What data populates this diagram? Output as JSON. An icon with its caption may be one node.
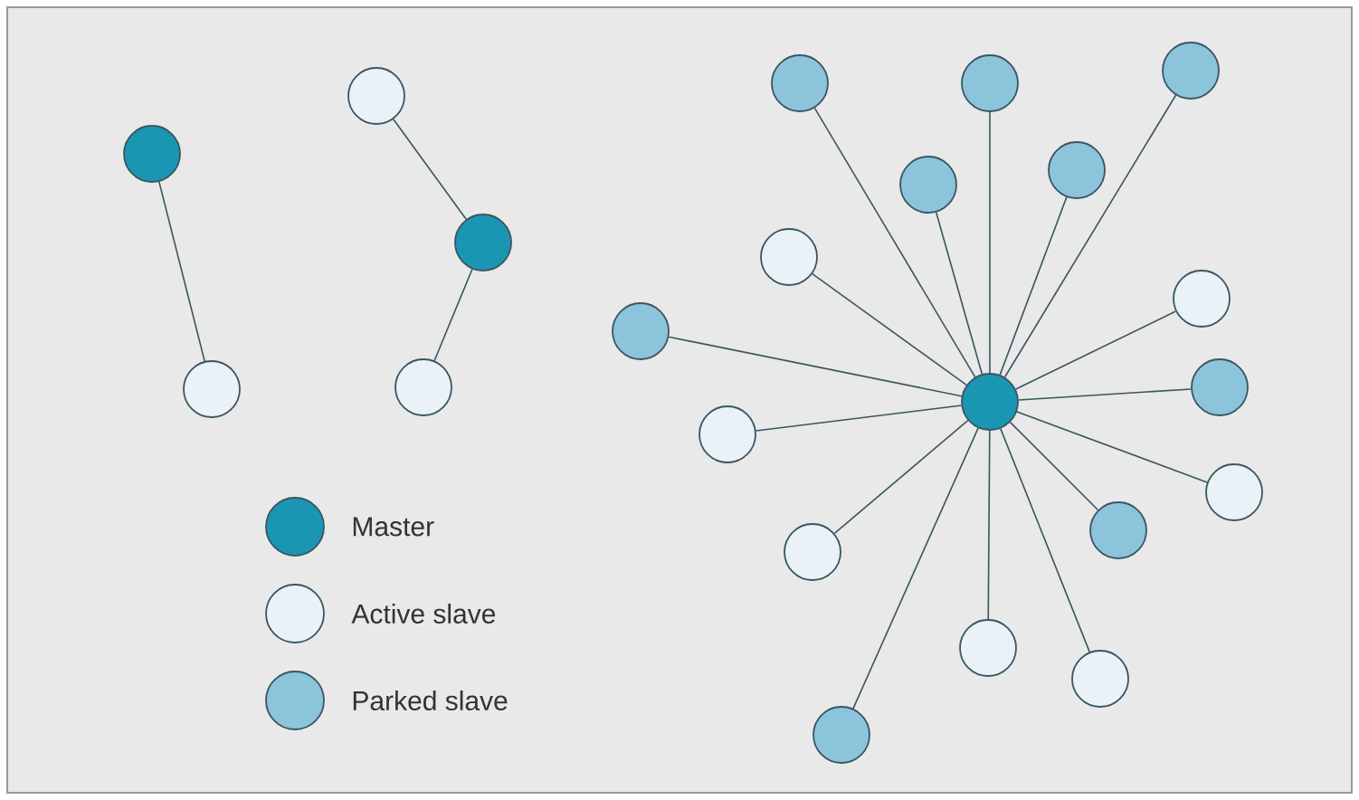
{
  "diagram": {
    "nodes": [
      {
        "text": [],
        "shape": "circle"
      },
      {
        "text": [],
        "shape": "circle"
      },
      {
        "text": [],
        "shape": "circle"
      },
      {
        "text": [],
        "shape": "circle"
      },
      {
        "text": [],
        "shape": "circle"
      },
      {
        "text": [],
        "shape": "circle"
      },
      {
        "text": [],
        "shape": "circle"
      },
      {
        "text": [],
        "shape": "circle"
      },
      {
        "text": [],
        "shape": "circle"
      },
      {
        "text": [],
        "shape": "circle"
      },
      {
        "text": [],
        "shape": "circle"
      },
      {
        "text": [],
        "shape": "circle"
      },
      {
        "text": [],
        "shape": "circle"
      },
      {
        "text": [],
        "shape": "circle"
      },
      {
        "text": [],
        "shape": "circle"
      },
      {
        "text": [],
        "shape": "circle"
      },
      {
        "text": [],
        "shape": "circle"
      },
      {
        "text": [],
        "shape": "circle"
      },
      {
        "text": [],
        "shape": "circle"
      },
      {
        "text": [],
        "shape": "circle"
      },
      {
        "text": [],
        "shape": "circle"
      },
      {
        "text": [],
        "shape": "circle"
      }
    ],
    "edges": [
      {
        "from": 0,
        "to": 1,
        "arrow": "none"
      },
      {
        "from": 3,
        "to": 2,
        "arrow": "none"
      },
      {
        "from": 3,
        "to": 4,
        "arrow": "none"
      },
      {
        "from": 5,
        "to": 6,
        "arrow": "none"
      },
      {
        "from": 5,
        "to": 7,
        "arrow": "none"
      },
      {
        "from": 5,
        "to": 8,
        "arrow": "none"
      },
      {
        "from": 5,
        "to": 9,
        "arrow": "none"
      },
      {
        "from": 5,
        "to": 10,
        "arrow": "none"
      },
      {
        "from": 5,
        "to": 11,
        "arrow": "none"
      },
      {
        "from": 5,
        "to": 12,
        "arrow": "none"
      },
      {
        "from": 5,
        "to": 13,
        "arrow": "none"
      },
      {
        "from": 5,
        "to": 14,
        "arrow": "none"
      },
      {
        "from": 5,
        "to": 15,
        "arrow": "none"
      },
      {
        "from": 5,
        "to": 16,
        "arrow": "none"
      },
      {
        "from": 5,
        "to": 17,
        "arrow": "none"
      },
      {
        "from": 5,
        "to": 18,
        "arrow": "none"
      },
      {
        "from": 5,
        "to": 19,
        "arrow": "none"
      },
      {
        "from": 5,
        "to": 20,
        "arrow": "none"
      },
      {
        "from": 5,
        "to": 21,
        "arrow": "none"
      }
    ],
    "legend": [
      {
        "text": "Master",
        "color": "#1b96b2"
      },
      {
        "text": "Active slave",
        "color": "#eaf2f7"
      },
      {
        "text": "Parked slave",
        "color": "#8cc4dc"
      }
    ]
  }
}
